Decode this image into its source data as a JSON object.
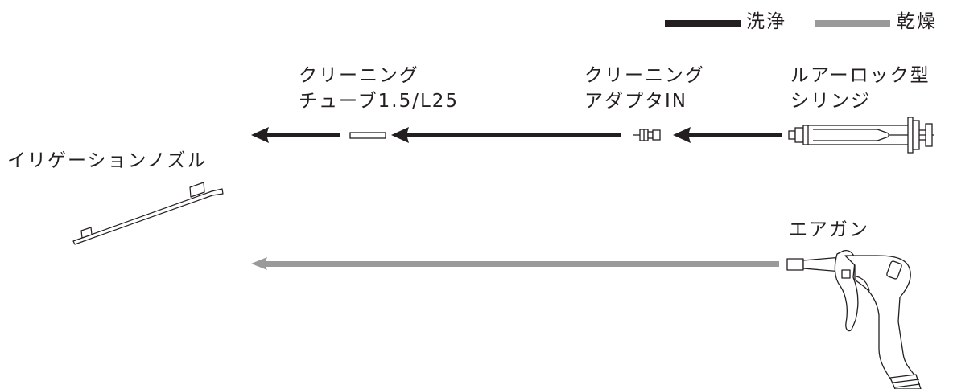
{
  "legend": {
    "wash": {
      "label": "洗浄",
      "color": "#231f20"
    },
    "dry": {
      "label": "乾燥",
      "color": "#9a9a9a"
    }
  },
  "components": {
    "nozzle": {
      "label": "イリゲーションノズル"
    },
    "tube": {
      "label_line1": "クリーニング",
      "label_line2": "チューブ1.5/L25"
    },
    "adapter": {
      "label_line1": "クリーニング",
      "label_line2": "アダプタIN"
    },
    "syringe": {
      "label_line1": "ルアーロック型",
      "label_line2": "シリンジ"
    },
    "airgun": {
      "label": "エアガン"
    }
  }
}
